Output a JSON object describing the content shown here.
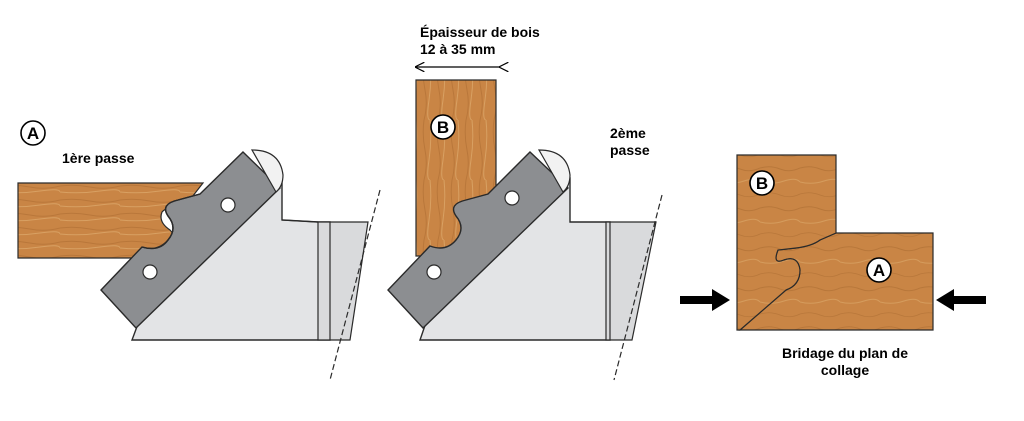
{
  "labels": {
    "thickness_line1": "Épaisseur de bois",
    "thickness_line2": "12 à 35 mm",
    "first_pass": "1ère passe",
    "second_pass_line1": "2ème",
    "second_pass_line2": "passe",
    "clamp_line1": "Bridage du plan de",
    "clamp_line2": "collage"
  },
  "markers": {
    "a_left": "A",
    "b_middle": "B",
    "b_right": "B",
    "a_right": "A"
  },
  "colors": {
    "wood": "#c98545",
    "wood_light": "#d49958",
    "wood_dark": "#a8672c",
    "blade_grey": "#8c8e91",
    "body_grey": "#e3e4e6",
    "body_shadow": "#c9cacc",
    "outline": "#2a2a2a"
  }
}
